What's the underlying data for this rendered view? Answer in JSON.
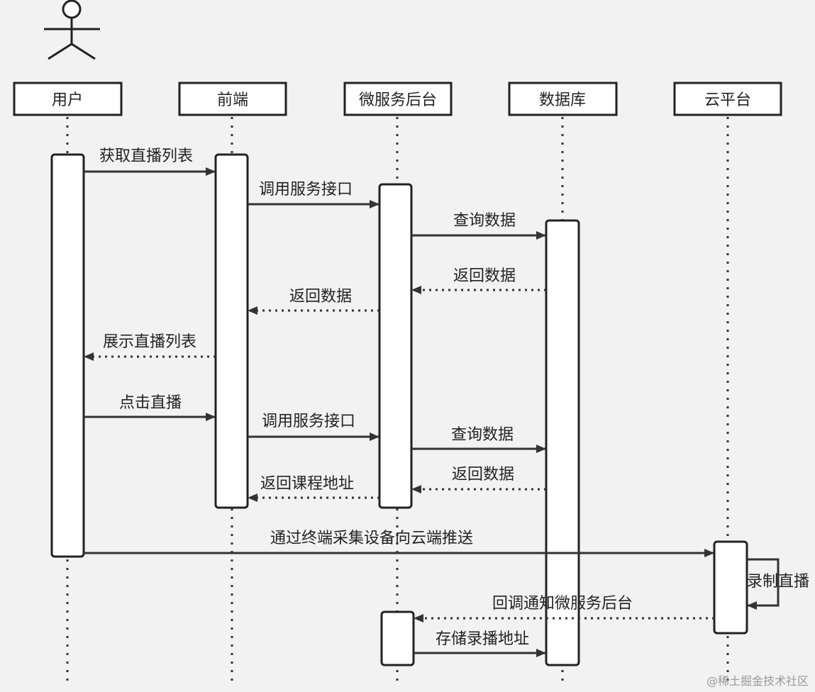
{
  "participants": {
    "user": "用户",
    "frontend": "前端",
    "backend": "微服务后台",
    "database": "数据库",
    "cloud": "云平台"
  },
  "messages": {
    "m1": "获取直播列表",
    "m2": "调用服务接口",
    "m3": "查询数据",
    "m4": "返回数据",
    "m5": "返回数据",
    "m6": "展示直播列表",
    "m7": "点击直播",
    "m8": "调用服务接口",
    "m9": "查询数据",
    "m10": "返回数据",
    "m11": "返回课程地址",
    "m12": "通过终端采集设备向云端推送",
    "m13": "录制直播",
    "m14": "回调通知微服务后台",
    "m15": "存储录播地址"
  },
  "watermark": "@稀土掘金技术社区"
}
